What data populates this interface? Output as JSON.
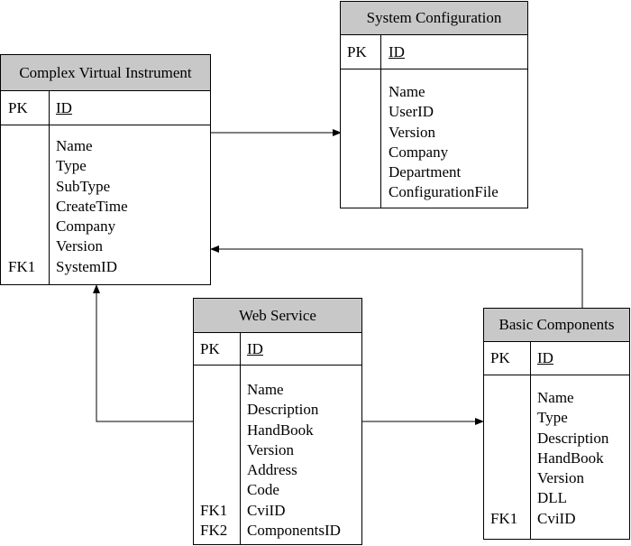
{
  "entities": {
    "cvi": {
      "title": "Complex Virtual Instrument",
      "pk_label": "PK",
      "pk_field": "ID",
      "fields": [
        "Name",
        "Type",
        "SubType",
        "CreateTime",
        "Company",
        "Version",
        "SystemID"
      ],
      "keys": [
        "",
        "",
        "",
        "",
        "",
        "",
        "FK1"
      ]
    },
    "sysconf": {
      "title": "System Configuration",
      "pk_label": "PK",
      "pk_field": "ID",
      "fields": [
        "Name",
        "UserID",
        "Version",
        "Company",
        "Department",
        "ConfigurationFile"
      ],
      "keys": [
        "",
        "",
        "",
        "",
        "",
        ""
      ]
    },
    "web": {
      "title": "Web Service",
      "pk_label": "PK",
      "pk_field": "ID",
      "fields": [
        "Name",
        "Description",
        "HandBook",
        "Version",
        "Address",
        "Code",
        "CviID",
        "ComponentsID"
      ],
      "keys": [
        "",
        "",
        "",
        "",
        "",
        "",
        "FK1",
        "FK2"
      ]
    },
    "basic": {
      "title": "Basic Components",
      "pk_label": "PK",
      "pk_field": "ID",
      "fields": [
        "Name",
        "Type",
        "Description",
        "HandBook",
        "Version",
        "DLL",
        "CviID"
      ],
      "keys": [
        "",
        "",
        "",
        "",
        "",
        "",
        "FK1"
      ]
    }
  },
  "relationships": [
    {
      "from": "cvi",
      "to": "sysconf"
    },
    {
      "from": "basic",
      "to": "cvi"
    },
    {
      "from": "web",
      "to": "cvi"
    },
    {
      "from": "web",
      "to": "basic"
    }
  ]
}
